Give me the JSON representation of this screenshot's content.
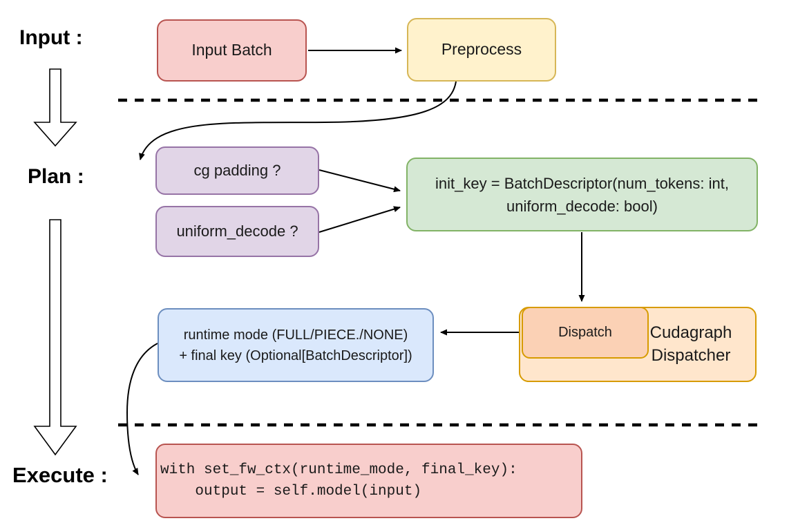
{
  "diagram": {
    "stages": {
      "input_label": "Input :",
      "plan_label": "Plan :",
      "execute_label": "Execute :"
    },
    "nodes": {
      "input_batch": {
        "label": "Input Batch"
      },
      "preprocess": {
        "label": "Preprocess"
      },
      "cg_padding": {
        "label": "cg padding ?"
      },
      "uniform_decode": {
        "label": "uniform_decode ?"
      },
      "init_key": {
        "label": "init_key = BatchDescriptor(num_tokens: int,\nuniform_decode: bool)"
      },
      "dispatch": {
        "label": "Dispatch"
      },
      "cudagraph_dispatcher": {
        "label": "Cudagraph Dispatcher"
      },
      "runtime_mode": {
        "label": "runtime mode (FULL/PIECE./NONE)\n+ final key (Optional[BatchDescriptor])"
      },
      "execute_code": {
        "code": "with set_fw_ctx(runtime_mode, final_key):\n    output = self.model(input)"
      }
    },
    "palette": {
      "red_fill": "#F8CECC",
      "red_stroke": "#B85450",
      "yellow_fill": "#FFF2CC",
      "yellow_stroke": "#D6B656",
      "purple_fill": "#E1D5E7",
      "purple_stroke": "#9673A6",
      "green_fill": "#D5E8D4",
      "green_stroke": "#82B366",
      "orange_fill": "#FFE6CC",
      "orange_inner_fill": "#FBD1B5",
      "orange_stroke": "#D79B00",
      "blue_fill": "#DAE8FC",
      "blue_stroke": "#6C8EBF",
      "line_color": "#000000"
    }
  }
}
